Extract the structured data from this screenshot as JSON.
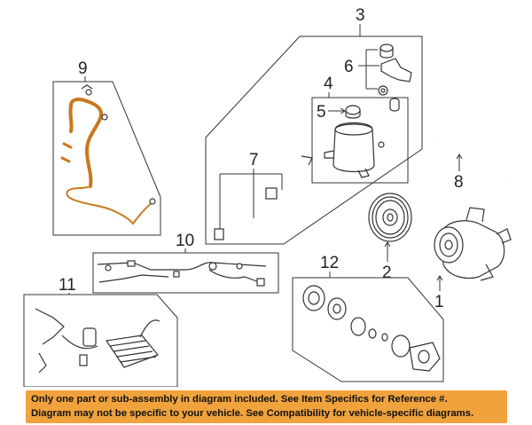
{
  "callouts": {
    "c1": "1",
    "c2": "2",
    "c3": "3",
    "c4": "4",
    "c5": "5",
    "c6": "6",
    "c7": "7",
    "c8": "8",
    "c9": "9",
    "c10": "10",
    "c11": "11",
    "c12": "12"
  },
  "notice": {
    "line1": "Only one part or sub-assembly in diagram included. See Item Specifics for Reference #.",
    "line2": "Diagram may not be specific to your vehicle. See Compatibility for vehicle-specific diagrams."
  },
  "colors": {
    "highlight_hose": "#c8781e",
    "notice_background": "#f0a23c",
    "line_art": "#333333"
  }
}
